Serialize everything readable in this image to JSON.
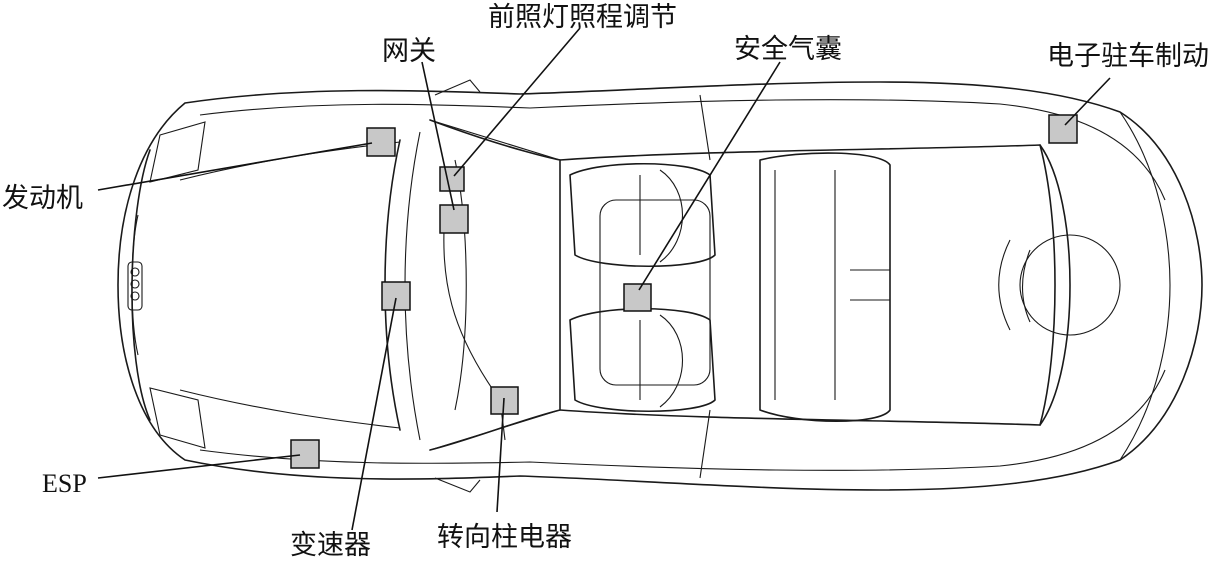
{
  "labels": {
    "headlight_range": "前照灯照程调节",
    "gateway": "网关",
    "airbag": "安全气囊",
    "electronic_parking_brake": "电子驻车制动",
    "engine": "发动机",
    "esp": "ESP",
    "transmission": "变速器",
    "steering_column_electronics": "转向柱电器"
  },
  "colors": {
    "module_fill": "#c8c8c8",
    "line": "#111111"
  }
}
